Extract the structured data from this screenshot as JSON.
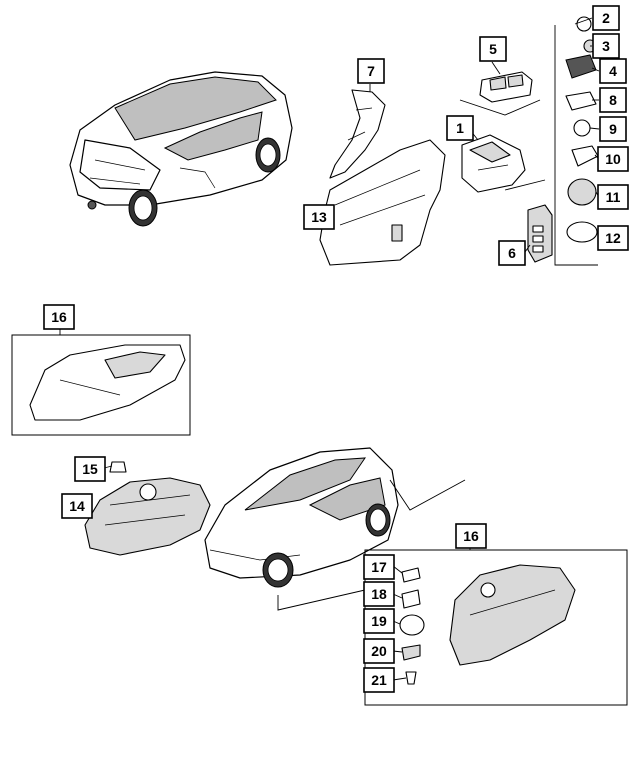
{
  "diagram": {
    "callouts": [
      {
        "id": "c2",
        "label": "2"
      },
      {
        "id": "c3",
        "label": "3"
      },
      {
        "id": "c4",
        "label": "4"
      },
      {
        "id": "c5",
        "label": "5"
      },
      {
        "id": "c7",
        "label": "7"
      },
      {
        "id": "c8",
        "label": "8"
      },
      {
        "id": "c1",
        "label": "1"
      },
      {
        "id": "c9",
        "label": "9"
      },
      {
        "id": "c10",
        "label": "10"
      },
      {
        "id": "c11",
        "label": "11"
      },
      {
        "id": "c13",
        "label": "13"
      },
      {
        "id": "c12",
        "label": "12"
      },
      {
        "id": "c6",
        "label": "6"
      },
      {
        "id": "c16a",
        "label": "16"
      },
      {
        "id": "c15",
        "label": "15"
      },
      {
        "id": "c14",
        "label": "14"
      },
      {
        "id": "c16b",
        "label": "16"
      },
      {
        "id": "c17",
        "label": "17"
      },
      {
        "id": "c18",
        "label": "18"
      },
      {
        "id": "c19",
        "label": "19"
      },
      {
        "id": "c20",
        "label": "20"
      },
      {
        "id": "c21",
        "label": "21"
      }
    ]
  }
}
